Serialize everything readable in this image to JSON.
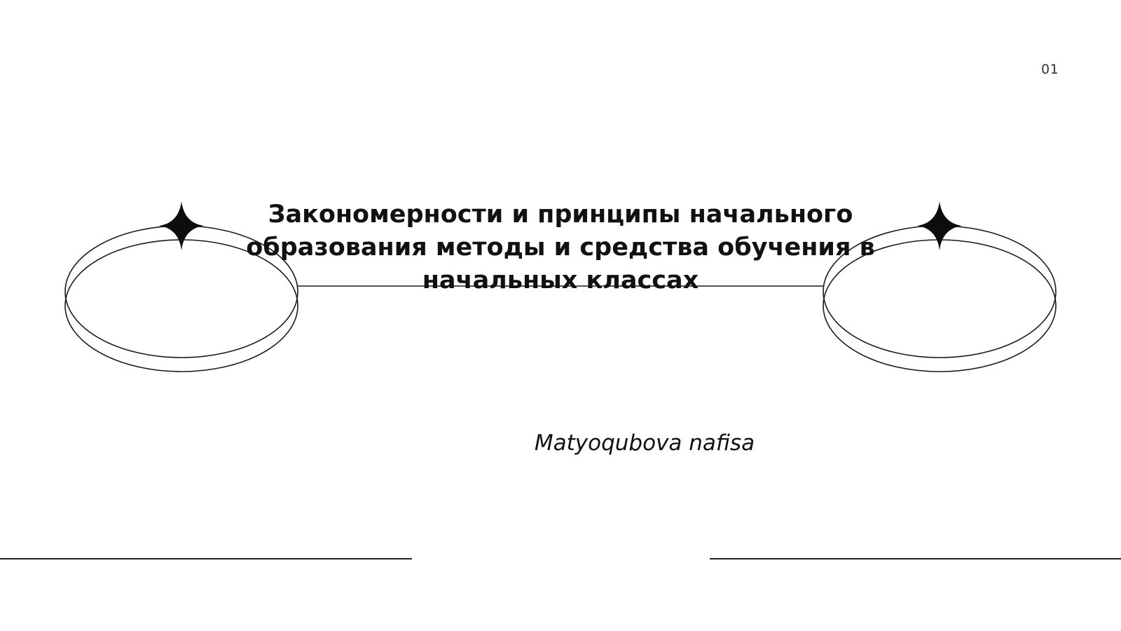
{
  "slide": {
    "page_number": "01",
    "title": "Закономерности и принципы начального образования методы и средства обучения в начальных классах",
    "author": "Matyoqubova nafisa"
  },
  "decor": {
    "icons": [
      "four-point-star-icon",
      "ring-icon"
    ],
    "stroke_color": "#1a1a1a"
  }
}
